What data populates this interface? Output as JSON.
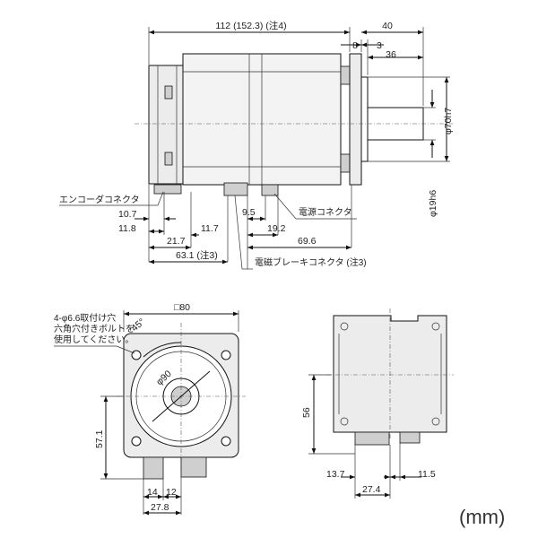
{
  "side_view": {
    "dim_total": "112 (152.3) (注4)",
    "dim_shaft": "40",
    "dim_8": "8",
    "dim_3": "3",
    "dim_36": "36",
    "dim_dia70": "φ70h7",
    "dim_dia19": "φ19h6",
    "label_encoder": "エンコーダコネクタ",
    "dim_107": "10.7",
    "dim_118": "11.8",
    "dim_217": "21.7",
    "dim_117": "11.7",
    "dim_631": "63.1 (注3)",
    "dim_95": "9.5",
    "label_power": "電源コネクタ",
    "dim_192": "19.2",
    "dim_696": "69.6",
    "label_brake": "電磁ブレーキコネクタ (注3)"
  },
  "front_view": {
    "note_line1": "4-φ6.6取付け穴",
    "note_line2": "六角穴付きボルトを",
    "note_line3": "使用してください。",
    "dim_square": "□80",
    "dim_angle": "45°",
    "dim_dia90": "φ90",
    "dim_571": "57.1",
    "dim_14": "14",
    "dim_12": "12",
    "dim_278": "27.8"
  },
  "rear_view": {
    "dim_56": "56",
    "dim_137": "13.7",
    "dim_115": "11.5",
    "dim_274": "27.4"
  },
  "unit_label": "(mm)"
}
